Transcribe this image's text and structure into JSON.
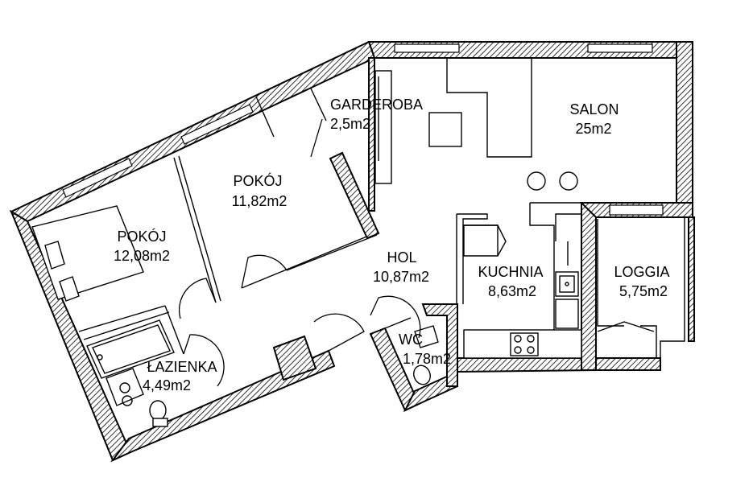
{
  "rooms": {
    "garderoba": {
      "name": "GARDEROBA",
      "area": "2,5m2"
    },
    "salon": {
      "name": "SALON",
      "area": "25m2"
    },
    "pokoj_1": {
      "name": "POKÓJ",
      "area": "11,82m2"
    },
    "pokoj_2": {
      "name": "POKÓJ",
      "area": "12,08m2"
    },
    "hol": {
      "name": "HOL",
      "area": "10,87m2"
    },
    "kuchnia": {
      "name": "KUCHNIA",
      "area": "8,63m2"
    },
    "loggia": {
      "name": "LOGGIA",
      "area": "5,75m2"
    },
    "lazienka": {
      "name": "ŁAZIENKA",
      "area": "4,49m2"
    },
    "wc": {
      "name": "WC",
      "area": "1,78m2"
    }
  }
}
